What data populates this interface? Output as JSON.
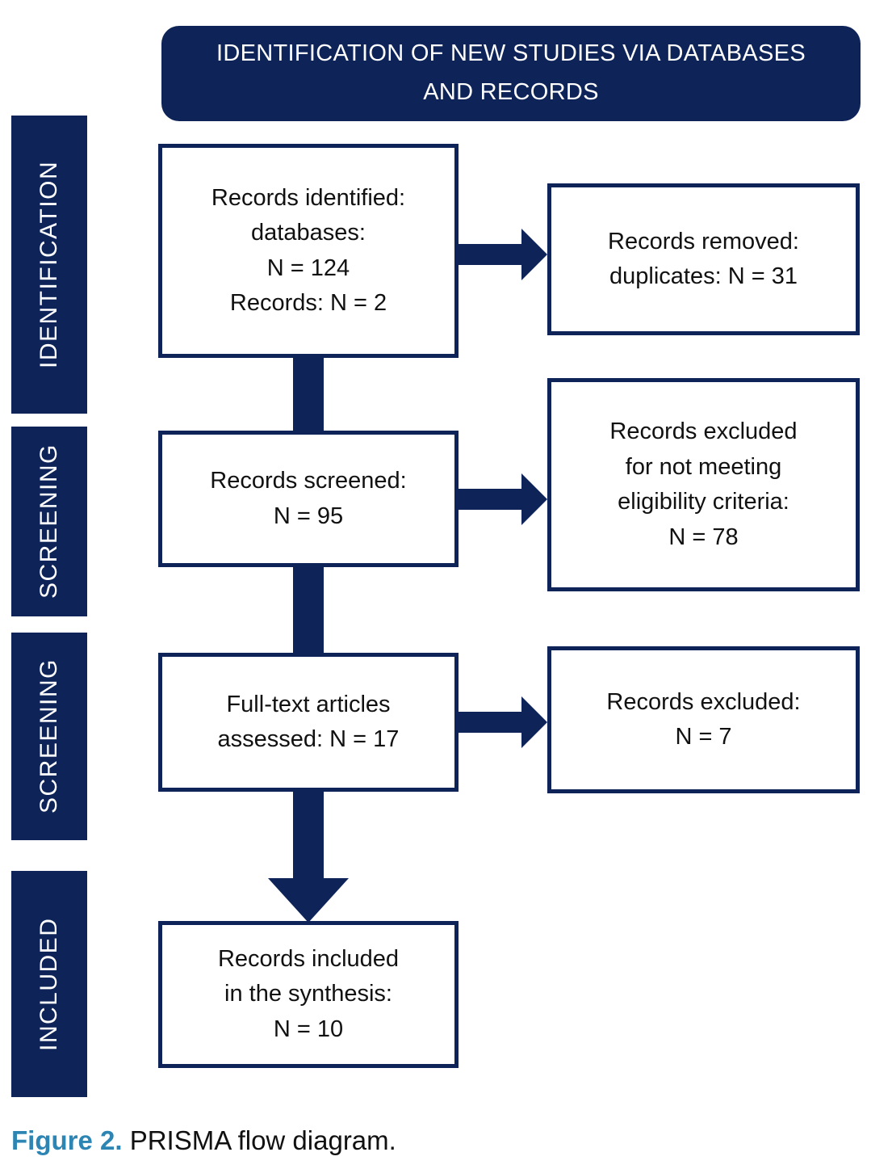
{
  "colors": {
    "navy": "#0e2458",
    "caption_blue": "#2d85b4",
    "text": "#111111",
    "box_background": "#ffffff"
  },
  "header": {
    "title": "IDENTIFICATION OF NEW STUDIES VIA DATABASES\nAND RECORDS"
  },
  "sidebar": {
    "identification": "IDENTIFICATION",
    "screening1": "SCREENING",
    "screening2": "SCREENING",
    "included": "INCLUDED"
  },
  "boxes": {
    "records_identified": "Records identified:\ndatabases:\nN = 124\nRecords: N = 2",
    "records_removed": "Records removed:\nduplicates: N = 31",
    "records_screened": "Records screened:\nN = 95",
    "records_excluded_eligibility": "Records excluded\nfor not meeting\neligibility criteria:\nN = 78",
    "fulltext_assessed": "Full-text articles\nassessed: N = 17",
    "records_excluded": "Records excluded:\nN = 7",
    "records_included": "Records included\nin the synthesis:\nN = 10"
  },
  "caption": {
    "label": "Figure 2.",
    "text": " PRISMA flow diagram."
  }
}
